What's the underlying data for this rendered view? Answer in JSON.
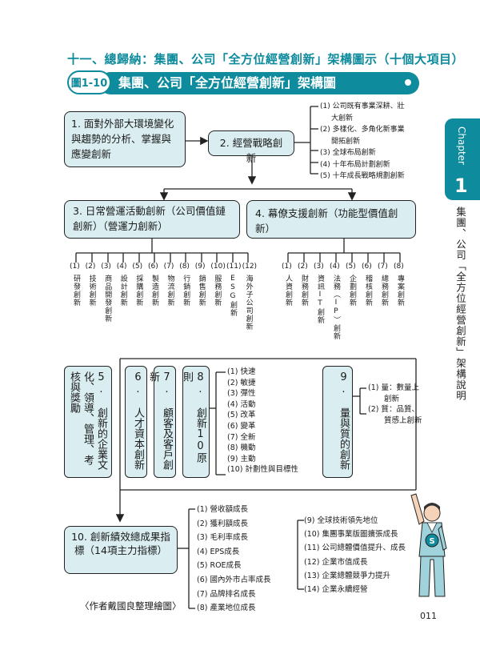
{
  "section_title": "十一、總歸納：集團、公司「全方位經營創新」架構圖示（十個大項目）",
  "figure": {
    "label": "圖1-10",
    "title": "集團、公司「全方位經營創新」架構圖"
  },
  "box1": "1. 面對外部大環境變化與趨勢的分析、掌握與應變創新",
  "box2": "2. 經營戰略創新",
  "strategy_items": [
    "(1) 公司既有事業深耕、壯",
    "大創新",
    "(2) 多樣化、多角化新事業",
    "開拓創新",
    "(3) 全球布局創新",
    "(4) 十年布局計劃創新",
    "(5) 十年成長戰略規劃創新"
  ],
  "box3": "3. 日常營運活動創新（公司價值鏈創新）（營運力創新）",
  "box4": "4. 幕僚支援創新（功能型價值創新）",
  "ops_items": [
    {
      "num": "(1)",
      "text": "研發創新"
    },
    {
      "num": "(2)",
      "text": "技術創新"
    },
    {
      "num": "(3)",
      "text": "商品開發創新"
    },
    {
      "num": "(4)",
      "text": "設計創新"
    },
    {
      "num": "(5)",
      "text": "採購創新"
    },
    {
      "num": "(6)",
      "text": "製造創新"
    },
    {
      "num": "(7)",
      "text": "物流創新"
    },
    {
      "num": "(8)",
      "text": "行銷創新"
    },
    {
      "num": "(9)",
      "text": "銷售創新"
    },
    {
      "num": "(10)",
      "text": "服務創新"
    },
    {
      "num": "(11)",
      "text": "ESG創新"
    },
    {
      "num": "(12)",
      "text": "海外子公司創新"
    }
  ],
  "staff_items": [
    {
      "num": "(1)",
      "text": "人資創新"
    },
    {
      "num": "(2)",
      "text": "財務創新"
    },
    {
      "num": "(3)",
      "text": "資訊IT創新"
    },
    {
      "num": "(4)",
      "text": "法務（IP）創新"
    },
    {
      "num": "(5)",
      "text": "企劃創新"
    },
    {
      "num": "(6)",
      "text": "稽核創新"
    },
    {
      "num": "(7)",
      "text": "總務創新"
    },
    {
      "num": "(8)",
      "text": "專案創新"
    }
  ],
  "box5": "5. 創新的企業文化、領導、管理、考核與獎勵",
  "box6": "6. 人才資本創新",
  "box7": "7. 顧客及客戶創新",
  "box8": "8. 創新10原則",
  "principles": [
    "(1) 快速",
    "(2) 敏捷",
    "(3) 彈性",
    "(4) 活動",
    "(5) 改革",
    "(6) 變革",
    "(7) 全新",
    "(8) 機動",
    "(9) 主動",
    "(10) 計劃性與目標性"
  ],
  "box9": "9. 量與質的創新",
  "quantity_items": [
    "(1) 量：數量上",
    "創新",
    "(2) 質：品質、",
    "質感上創新"
  ],
  "box10": "10. 創新績效總成果指標（14項主力指標）",
  "kpi_left": [
    "(1) 營收額成長",
    "(2) 獲利額成長",
    "(3) 毛利率成長",
    "(4) EPS成長",
    "(5) ROE成長",
    "(6) 國內外市占率成長",
    "(7) 品牌排名成長",
    "(8) 產業地位成長"
  ],
  "kpi_right": [
    "(9) 全球技術領先地位",
    "(10) 集團事業版圖擴張成長",
    "(11) 公司總體價值提升、成長",
    "(12) 企業市值成長",
    "(13) 企業總體競爭力提升",
    "(14) 企業永續經營"
  ],
  "caption": "〈作者戴國良整理繪圖〉",
  "page_number": "011",
  "side_tab": {
    "chapter_word": "Chapter",
    "chapter_num": "1"
  },
  "side_text": "集團、公司「全方位經營創新」架構說明",
  "colors": {
    "accent": "#0e8b9c",
    "box_fill": "#daeef2"
  },
  "mascot_icon": "superhero-businessman-icon"
}
